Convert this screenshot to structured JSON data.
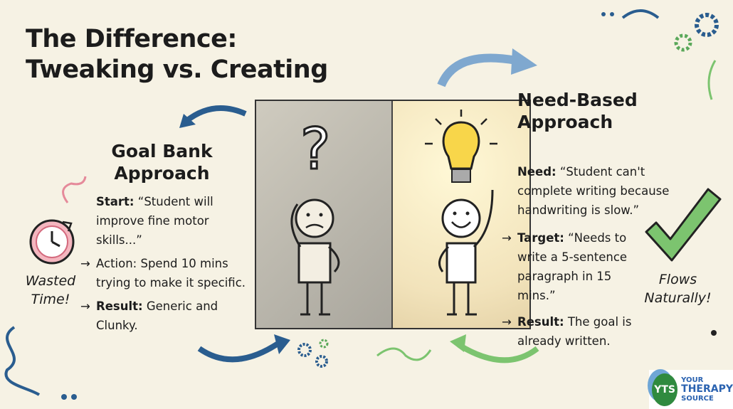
{
  "title": {
    "line1": "The Difference:",
    "line2": "Tweaking vs. Creating"
  },
  "left": {
    "heading1": "Goal Bank",
    "heading2": "Approach",
    "items": [
      {
        "label": "Start:",
        "text": " “Student will improve fine motor skills...”",
        "arrow": ""
      },
      {
        "label": "",
        "text": "Action: Spend 10 mins trying to make it specific.",
        "arrow": "→"
      },
      {
        "label": "Result:",
        "text": " Generic and Clunky.",
        "arrow": "→"
      }
    ],
    "note": "Wasted Time!"
  },
  "right": {
    "heading1": "Need-Based",
    "heading2": "Approach",
    "items": [
      {
        "label": "Need:",
        "text": " “Student can't complete writing because handwriting is slow.”",
        "arrow": ""
      },
      {
        "label": "Target:",
        "text": " “Needs to write a 5-sentence paragraph in 15 mins.”",
        "arrow": "→"
      },
      {
        "label": "Result:",
        "text": " The goal is already written.",
        "arrow": "→"
      }
    ],
    "note": "Flows Naturally!"
  },
  "logo": {
    "mark": "YTS",
    "line1": "YOUR",
    "line2": "THERAPY",
    "line3": "SOURCE"
  },
  "colors": {
    "blue": "#2a5d8f",
    "lightblue": "#7fa8cf",
    "green": "#5aa85a",
    "pink": "#e58a9a",
    "yellow": "#f8d64a"
  }
}
